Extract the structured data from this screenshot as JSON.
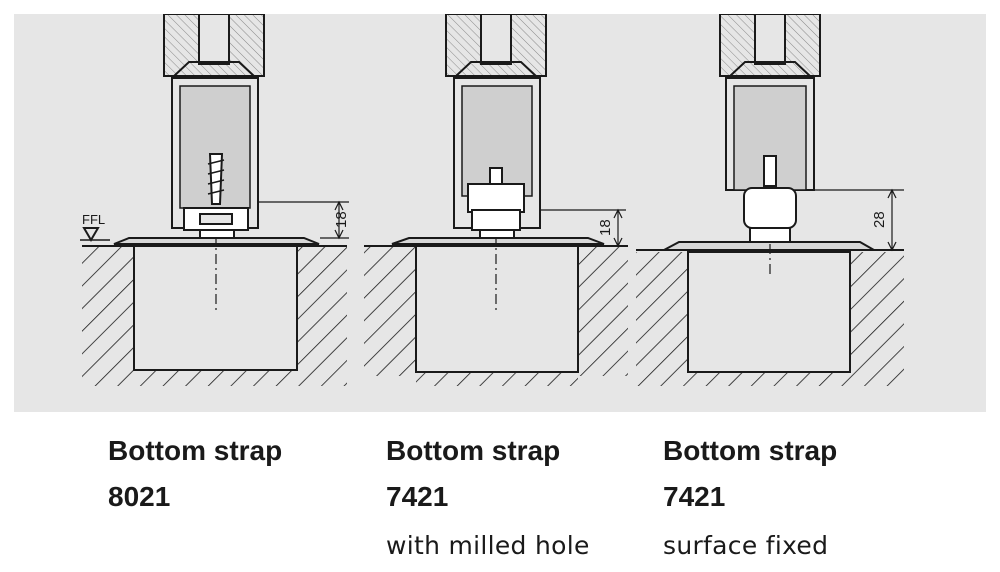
{
  "drawing": {
    "floor_label": "FFL",
    "variants": [
      {
        "title": "Bottom strap",
        "code": "8021",
        "note": "",
        "dimension": "18"
      },
      {
        "title": "Bottom strap",
        "code": "7421",
        "note": "with milled hole",
        "dimension": "18"
      },
      {
        "title": "Bottom strap",
        "code": "7421",
        "note": "surface fixed",
        "dimension": "28"
      }
    ]
  },
  "colors": {
    "panel_background": "#e6e6e6",
    "line": "#1a1a1a",
    "glass": "#cfcfcf",
    "text": "#1a1a1a"
  }
}
